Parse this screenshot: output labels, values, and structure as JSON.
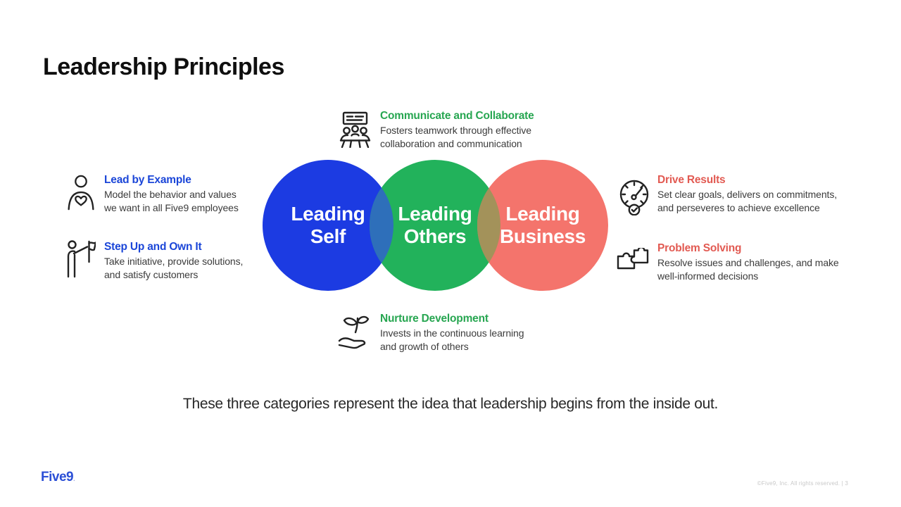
{
  "slide": {
    "title": "Leadership Principles",
    "summary": "These three categories represent the idea that leadership begins from the inside out.",
    "footer": {
      "logo_text": "Five9",
      "logo_mark": ".",
      "copyright": "©Five9, Inc. All rights reserved. | 3"
    }
  },
  "venn": {
    "circles": [
      {
        "name": "leading-self",
        "label_line1": "Leading",
        "label_line2": "Self",
        "fill": "#1c3be2"
      },
      {
        "name": "leading-others",
        "label_line1": "Leading",
        "label_line2": "Others",
        "fill": "#22b25b"
      },
      {
        "name": "leading-business",
        "label_line1": "Leading",
        "label_line2": "Business",
        "fill": "#f4746c"
      }
    ],
    "overlaps": {
      "self_others": "#2e6fba",
      "others_business": "#a3925a"
    }
  },
  "principles": [
    {
      "icon": "meeting-presentation-icon",
      "title": "Communicate and Collaborate",
      "title_color": "#27a651",
      "description": "Fosters teamwork through effective\ncollaboration and communication"
    },
    {
      "icon": "person-heart-icon",
      "title": "Lead by Example",
      "title_color": "#1b46d8",
      "description": "Model the behavior and values\nwe want in all Five9 employees"
    },
    {
      "icon": "person-flag-icon",
      "title": "Step Up and Own It",
      "title_color": "#1b46d8",
      "description": "Take initiative, provide solutions,\nand satisfy customers"
    },
    {
      "icon": "gauge-icon",
      "title": "Drive Results",
      "title_color": "#e25a52",
      "description": "Set clear goals, delivers on commitments,\nand perseveres to achieve excellence"
    },
    {
      "icon": "puzzle-icon",
      "title": "Problem Solving",
      "title_color": "#e25a52",
      "description": "Resolve issues and challenges, and make\nwell-informed decisions"
    },
    {
      "icon": "hand-sprout-icon",
      "title": "Nurture Development",
      "title_color": "#27a651",
      "description": "Invests in the continuous learning\nand growth of others"
    }
  ]
}
